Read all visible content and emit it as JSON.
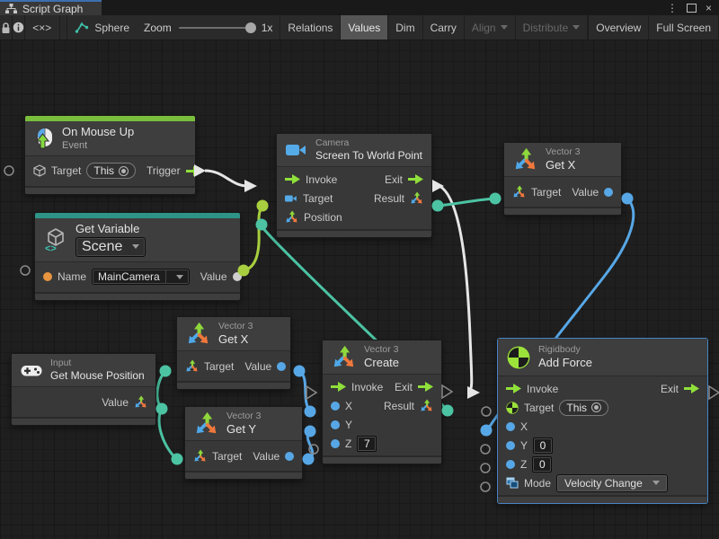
{
  "window": {
    "tab": "Script Graph",
    "controls": {
      "menu": "⋮",
      "close": "×"
    }
  },
  "toolbar": {
    "code_glyph": "<×>",
    "machine_name": "Sphere",
    "zoom_label": "Zoom",
    "zoom_value": "1x",
    "relations": "Relations",
    "values": "Values",
    "dim": "Dim",
    "carry": "Carry",
    "align": "Align",
    "distribute": "Distribute",
    "overview": "Overview",
    "full_screen": "Full Screen"
  },
  "nodes": {
    "on_mouse_up": {
      "title": "On Mouse Up",
      "subtitle": "Event",
      "target": "Target",
      "target_value": "This",
      "trigger": "Trigger"
    },
    "get_variable": {
      "title": "Get Variable",
      "scope": "Scene",
      "name": "Name",
      "name_value": "MainCamera",
      "value": "Value"
    },
    "screen_to_world": {
      "category": "Camera",
      "title": "Screen To World Point",
      "invoke": "Invoke",
      "exit": "Exit",
      "target": "Target",
      "result": "Result",
      "position": "Position"
    },
    "get_x_right": {
      "category": "Vector 3",
      "title": "Get X",
      "target": "Target",
      "value": "Value"
    },
    "get_x_mid": {
      "category": "Vector 3",
      "title": "Get X",
      "target": "Target",
      "value": "Value"
    },
    "get_y": {
      "category": "Vector 3",
      "title": "Get Y",
      "target": "Target",
      "value": "Value"
    },
    "get_mouse_position": {
      "category": "Input",
      "title": "Get Mouse Position",
      "value": "Value"
    },
    "vector3_create": {
      "category": "Vector 3",
      "title": "Create",
      "invoke": "Invoke",
      "exit": "Exit",
      "x": "X",
      "y": "Y",
      "z": "Z",
      "z_value": "7",
      "result": "Result"
    },
    "add_force": {
      "category": "Rigidbody",
      "title": "Add Force",
      "invoke": "Invoke",
      "exit": "Exit",
      "target": "Target",
      "target_value": "This",
      "x": "X",
      "y": "Y",
      "y_value": "0",
      "z": "Z",
      "z_value": "0",
      "mode": "Mode",
      "mode_value": "Velocity Change"
    }
  },
  "colors": {
    "event_strip": "#79be3c",
    "variable_strip": "#2e9488",
    "flow_arrow": "#8fe03a",
    "wire_flow": "#e6e6e6",
    "wire_object": "#a8cf3f",
    "wire_vector": "#4cc3a3",
    "wire_float": "#57a7e6",
    "selection": "#4683c4"
  }
}
